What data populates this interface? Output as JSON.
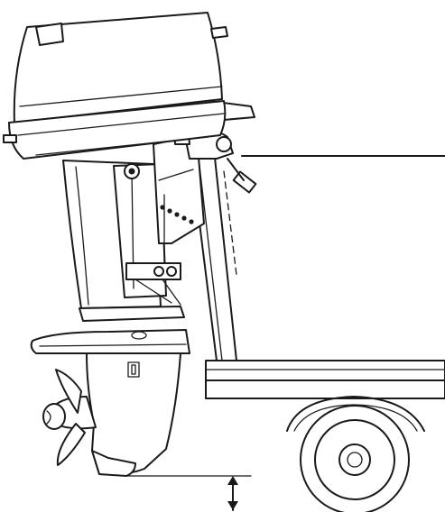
{
  "figure": {
    "ink_color": "#1a1a1a",
    "background_color": "#ffffff",
    "parts": [
      "outboard-motor",
      "engine-cowling",
      "transom-clamp-bracket",
      "tilt-pin-holes",
      "transom",
      "boat-hull",
      "trailer-bed",
      "trailer-wheel",
      "propeller",
      "clearance-arrow"
    ]
  }
}
